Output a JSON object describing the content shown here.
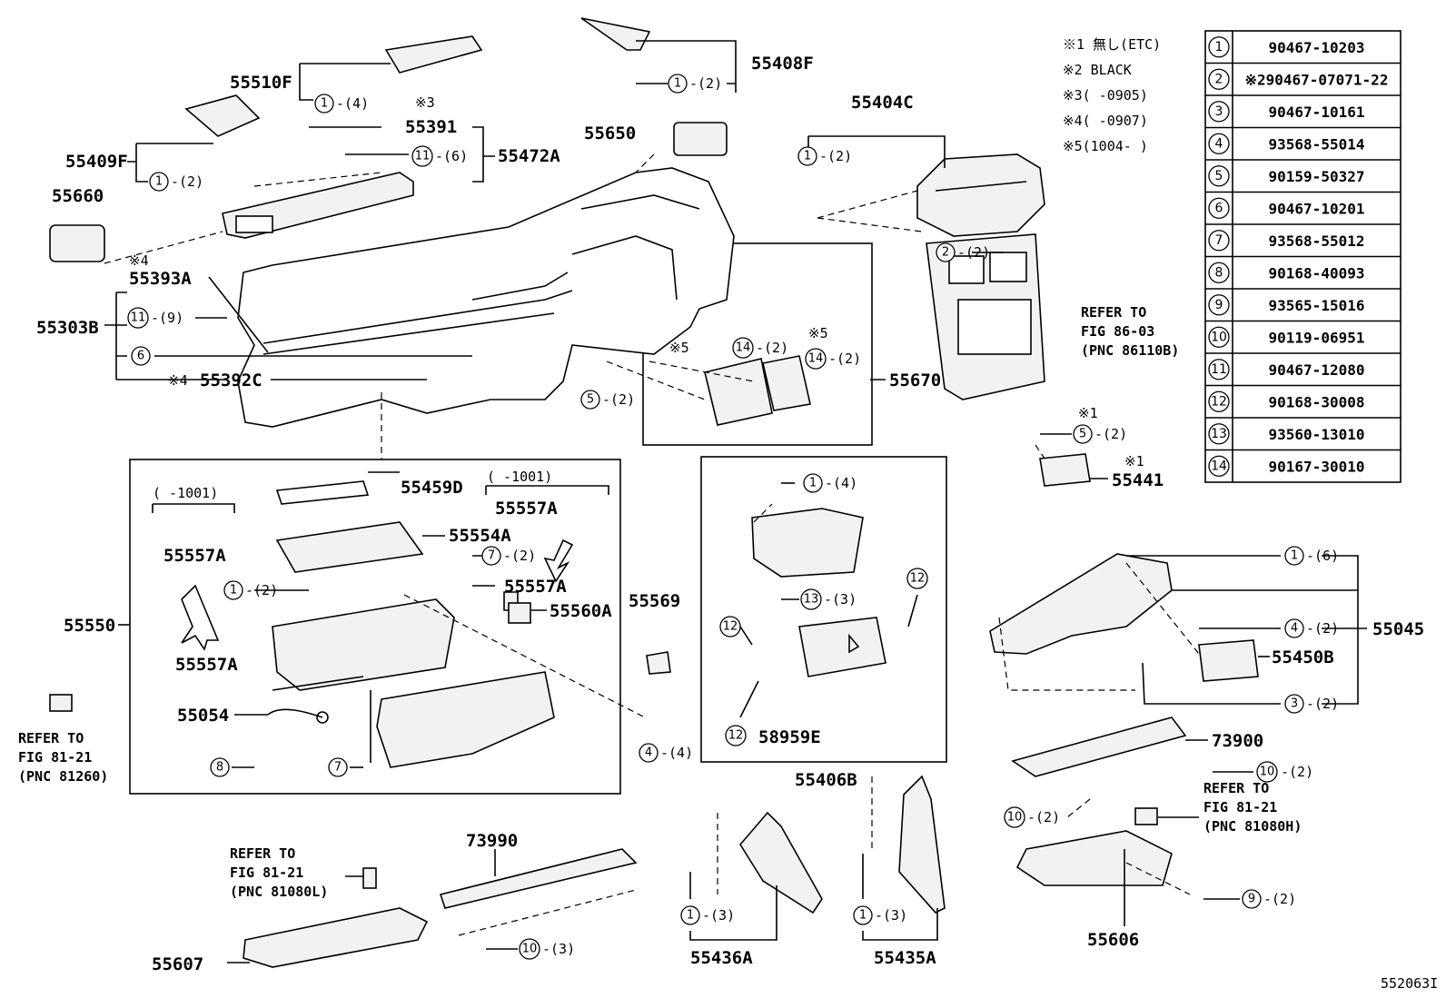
{
  "figure_id": "552063I",
  "notes": [
    "※1 無し(ETC)",
    "※2 BLACK",
    "※3(      -0905)",
    "※4(      -0907)",
    "※5(1004-      )"
  ],
  "parts_table": [
    {
      "num": "1",
      "part": "90467-10203"
    },
    {
      "num": "2",
      "part": "※290467-07071-22"
    },
    {
      "num": "3",
      "part": "90467-10161"
    },
    {
      "num": "4",
      "part": "93568-55014"
    },
    {
      "num": "5",
      "part": "90159-50327"
    },
    {
      "num": "6",
      "part": "90467-10201"
    },
    {
      "num": "7",
      "part": "93568-55012"
    },
    {
      "num": "8",
      "part": "90168-40093"
    },
    {
      "num": "9",
      "part": "93565-15016"
    },
    {
      "num": "10",
      "part": "90119-06951"
    },
    {
      "num": "11",
      "part": "90467-12080"
    },
    {
      "num": "12",
      "part": "90168-30008"
    },
    {
      "num": "13",
      "part": "93560-13010"
    },
    {
      "num": "14",
      "part": "90167-30010"
    }
  ],
  "part_labels": {
    "p55510F": "55510F",
    "p55408F": "55408F",
    "p55391": "55391",
    "p55472A": "55472A",
    "p55409F": "55409F",
    "p55650": "55650",
    "p55404C": "55404C",
    "p55660": "55660",
    "p55393A": "55393A",
    "p55303B": "55303B",
    "p55392C": "55392C",
    "p55670": "55670",
    "p55441": "55441",
    "p55459D": "55459D",
    "p55557A_a": "55557A",
    "p55557A_b": "55557A",
    "p55557A_c": "55557A",
    "p55557A_d": "55557A",
    "p55554A": "55554A",
    "p55560A": "55560A",
    "p55569": "55569",
    "p55550": "55550",
    "p55054": "55054",
    "p58959E": "58959E",
    "p55406B": "55406B",
    "p55045": "55045",
    "p55450B": "55450B",
    "p73900": "73900",
    "p73990": "73990",
    "p55607": "55607",
    "p55436A": "55436A",
    "p55435A": "55435A",
    "p55606": "55606"
  },
  "callouts": {
    "c1_55510F": {
      "num": "1",
      "qty": "-(4)"
    },
    "c1_55408F": {
      "num": "1",
      "qty": "-(2)"
    },
    "c11_55472A": {
      "num": "11",
      "qty": "-(6)"
    },
    "c1_55409F": {
      "num": "1",
      "qty": "-(2)"
    },
    "c1_55404C": {
      "num": "1",
      "qty": "-(2)"
    },
    "c2_55404C": {
      "num": "2",
      "qty": "-(2)"
    },
    "c11_55303B": {
      "num": "11",
      "qty": "-(9)"
    },
    "c6_55303B": {
      "num": "6",
      "qty": ""
    },
    "c5_left": {
      "num": "5",
      "qty": "-(2)"
    },
    "c14_a": {
      "num": "14",
      "qty": "-(2)"
    },
    "c14_b": {
      "num": "14",
      "qty": "-(2)"
    },
    "c5_55441": {
      "num": "5",
      "qty": "-(2)"
    },
    "c7_55557A": {
      "num": "7",
      "qty": "-(2)"
    },
    "c1_55550": {
      "num": "1",
      "qty": "-(2)"
    },
    "c8_55054": {
      "num": "8",
      "qty": ""
    },
    "c7_55054": {
      "num": "7",
      "qty": ""
    },
    "c4_55569": {
      "num": "4",
      "qty": "-(4)"
    },
    "c1_55406B": {
      "num": "1",
      "qty": "-(4)"
    },
    "c13_55406B": {
      "num": "13",
      "qty": "-(3)"
    },
    "c12_a": {
      "num": "12",
      "qty": ""
    },
    "c12_b": {
      "num": "12",
      "qty": ""
    },
    "c12_c": {
      "num": "12",
      "qty": ""
    },
    "c1_55045": {
      "num": "1",
      "qty": "-(6)"
    },
    "c4_55045": {
      "num": "4",
      "qty": "-(2)"
    },
    "c3_55045": {
      "num": "3",
      "qty": "-(2)"
    },
    "c10_73900": {
      "num": "10",
      "qty": "-(2)"
    },
    "c10_left": {
      "num": "10",
      "qty": "-(2)"
    },
    "c9_55606": {
      "num": "9",
      "qty": "-(2)"
    },
    "c10_73990": {
      "num": "10",
      "qty": "-(3)"
    },
    "c1_55436A": {
      "num": "1",
      "qty": "-(3)"
    },
    "c1_55435A": {
      "num": "1",
      "qty": "-(3)"
    }
  },
  "markers": {
    "m3": "※3",
    "m4_a": "※4",
    "m4_b": "※4",
    "m5_a": "※5",
    "m5_b": "※5",
    "m1_a": "※1",
    "m1_b": "※1"
  },
  "ranges": {
    "r1001_left": "(   -1001)",
    "r1001_right": "(   -1001)"
  },
  "refers": {
    "ref_86_03": [
      "REFER TO",
      "FIG 86-03",
      "(PNC 86110B)"
    ],
    "ref_81260": [
      "REFER TO",
      "FIG 81-21",
      "(PNC 81260)"
    ],
    "ref_81080H": [
      "REFER TO",
      "FIG 81-21",
      "(PNC 81080H)"
    ],
    "ref_81080L": [
      "REFER TO",
      "FIG 81-21",
      "(PNC 81080L)"
    ]
  }
}
